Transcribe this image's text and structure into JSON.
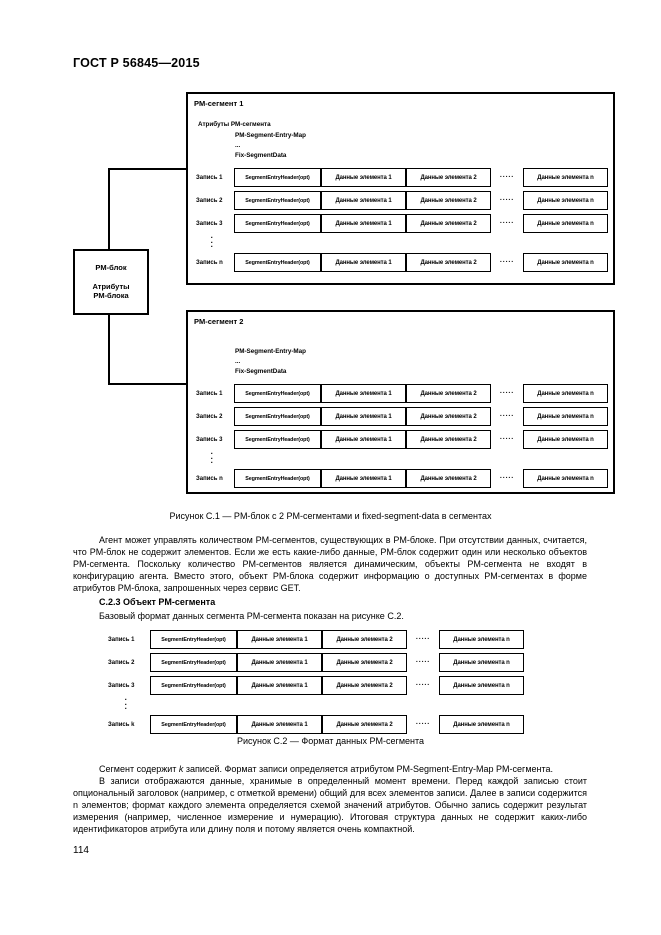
{
  "document": {
    "header": "ГОСТ Р 56845—2015",
    "page_number": "114"
  },
  "figure1": {
    "pm_block": {
      "title": "PM-блок",
      "attrs": "Атрибуты\nPM-блока",
      "attrs_line1": "Атрибуты",
      "attrs_line2": "PM-блока"
    },
    "segment1": {
      "title": "PM-сегмент 1",
      "attr_head": "Атрибуты PM-сегмента",
      "attr_lines": [
        "PM-Segment-Entry-Map",
        "...",
        "Fix-SegmentData"
      ]
    },
    "segment2": {
      "title": "PM-сегмент 2",
      "attr_head": "",
      "attr_lines": [
        "PM-Segment-Entry-Map",
        "...",
        "Fix-SegmentData"
      ]
    },
    "row_labels": [
      "Запись 1",
      "Запись 2",
      "Запись 3",
      "Запись n"
    ],
    "cells": {
      "header": "SegmentEntryHeader(opt)",
      "element1": "Данные элемента 1",
      "element2": "Данные элемента 2",
      "elementn": "Данные элемента n",
      "ellipsis": "·····",
      "vertical_dots": "·\n·\n·"
    },
    "caption": "Рисунок С.1 — PM-блок с 2 PM-сегментами и fixed-segment-data в сегментах"
  },
  "figure2": {
    "row_labels": [
      "Запись 1",
      "Запись 2",
      "Запись 3",
      "Запись k"
    ],
    "cells": {
      "header": "SegmentEntryHeader(opt)",
      "element1": "Данные элемента 1",
      "element2": "Данные элемента 2",
      "elementn": "Данные элемента n",
      "ellipsis": "·····"
    },
    "caption": "Рисунок С.2 — Формат данных PM-сегмента"
  },
  "body": {
    "para1": "Агент может управлять количеством PM-сегментов, существующих в PM-блоке. При отсутствии данных, считается, что PM-блок не содержит элементов. Если же есть какие-либо данные, PM-блок содержит один или несколько объектов PM-сегмента. Поскольку количество PM-сегментов является динамическим, объекты PM-сегмента не входят в конфигурацию агента. Вместо этого, объект PM-блока содержит информацию о доступных PM-сегментах в форме атрибутов PM-блока, запрошенных через сервис GET.",
    "heading": "С.2.3  Объект PM-сегмента",
    "para2": "Базовый формат данных сегмента PM-сегмента показан на рисунке С.2.",
    "para3_a": "Сегмент содержит ",
    "para3_k": "k",
    "para3_b": " записей. Формат записи определяется атрибутом PM-Segment-Entry-Map PM-сегмента.",
    "para4": "В записи отображаются данные, хранимые в определенный момент времени. Перед каждой записью стоит опциональный заголовок (например, с отметкой времени) общий для всех элементов записи. Далее в записи содержится n элементов; формат каждого элемента определяется схемой значений атрибутов. Обычно запись содержит результат измерения (например, численное измерение и нумерацию). Итоговая структура данных не содержит каких-либо идентификаторов атрибута или длину поля и потому является очень компактной."
  }
}
